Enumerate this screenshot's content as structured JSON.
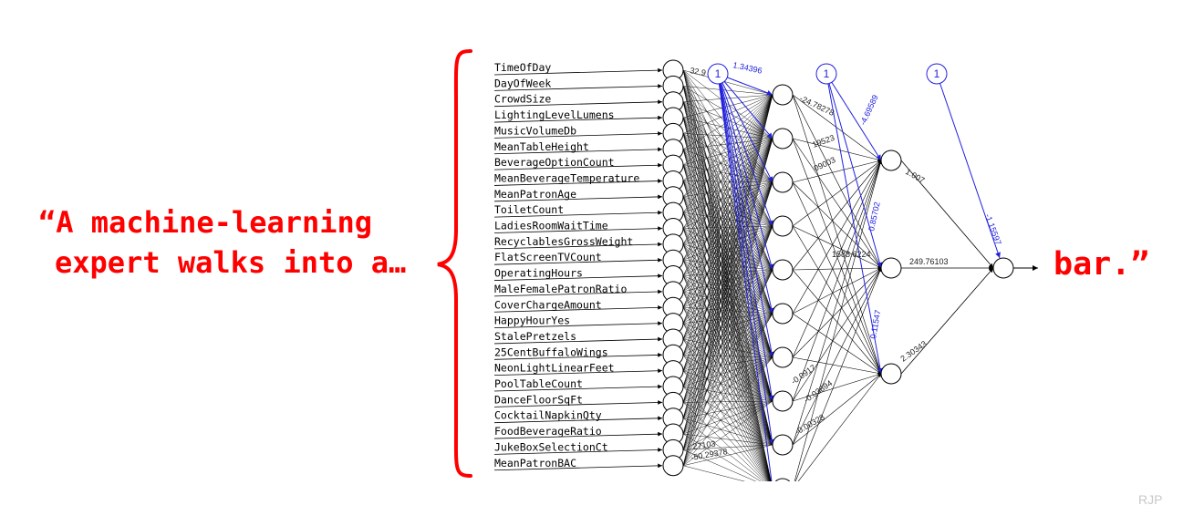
{
  "joke": {
    "setup_line1": "“A machine-learning",
    "setup_line2": "expert walks into a…",
    "punchline": "bar.”",
    "color": "#ff0000"
  },
  "network": {
    "inputs": [
      "TimeOfDay",
      "DayOfWeek",
      "CrowdSize",
      "LightingLevelLumens",
      "MusicVolumeDb",
      "MeanTableHeight",
      "BeverageOptionCount",
      "MeanBeverageTemperature",
      "MeanPatronAge",
      "ToiletCount",
      "LadiesRoomWaitTime",
      "RecyclablesGrossWeight",
      "FlatScreenTVCount",
      "OperatingHours",
      "MaleFemalePatronRatio",
      "CoverChargeAmount",
      "HappyHourYes",
      "StalePretzels",
      "25CentBuffaloWings",
      "NeonLightLinearFeet",
      "PoolTableCount",
      "DanceFloorSqFt",
      "CocktailNapkinQty",
      "FoodBeverageRatio",
      "JukeBoxSelectionCt",
      "MeanPatronBAC"
    ],
    "hidden1_count": 10,
    "hidden2_count": 3,
    "bias_label": "1",
    "bias_color": "#2020e0",
    "weight_labels": {
      "input_top": "32.9",
      "bias1": "1.34396",
      "input_bottom1": "27103",
      "input_bottom2": "-50.29378",
      "h1_to_h2": [
        "-24.78278",
        "19523",
        "09003",
        "1588.6224",
        "-0.0917",
        "-0.03894",
        "-0.00328"
      ],
      "bias2_a": "-4.69589",
      "bias2_b": "0.85702",
      "bias2_c": "0.11547",
      "h2_to_out": [
        "1.007",
        "249.76103",
        "2.30343"
      ],
      "bias3": "-1.15597"
    }
  },
  "signature": "RJP"
}
